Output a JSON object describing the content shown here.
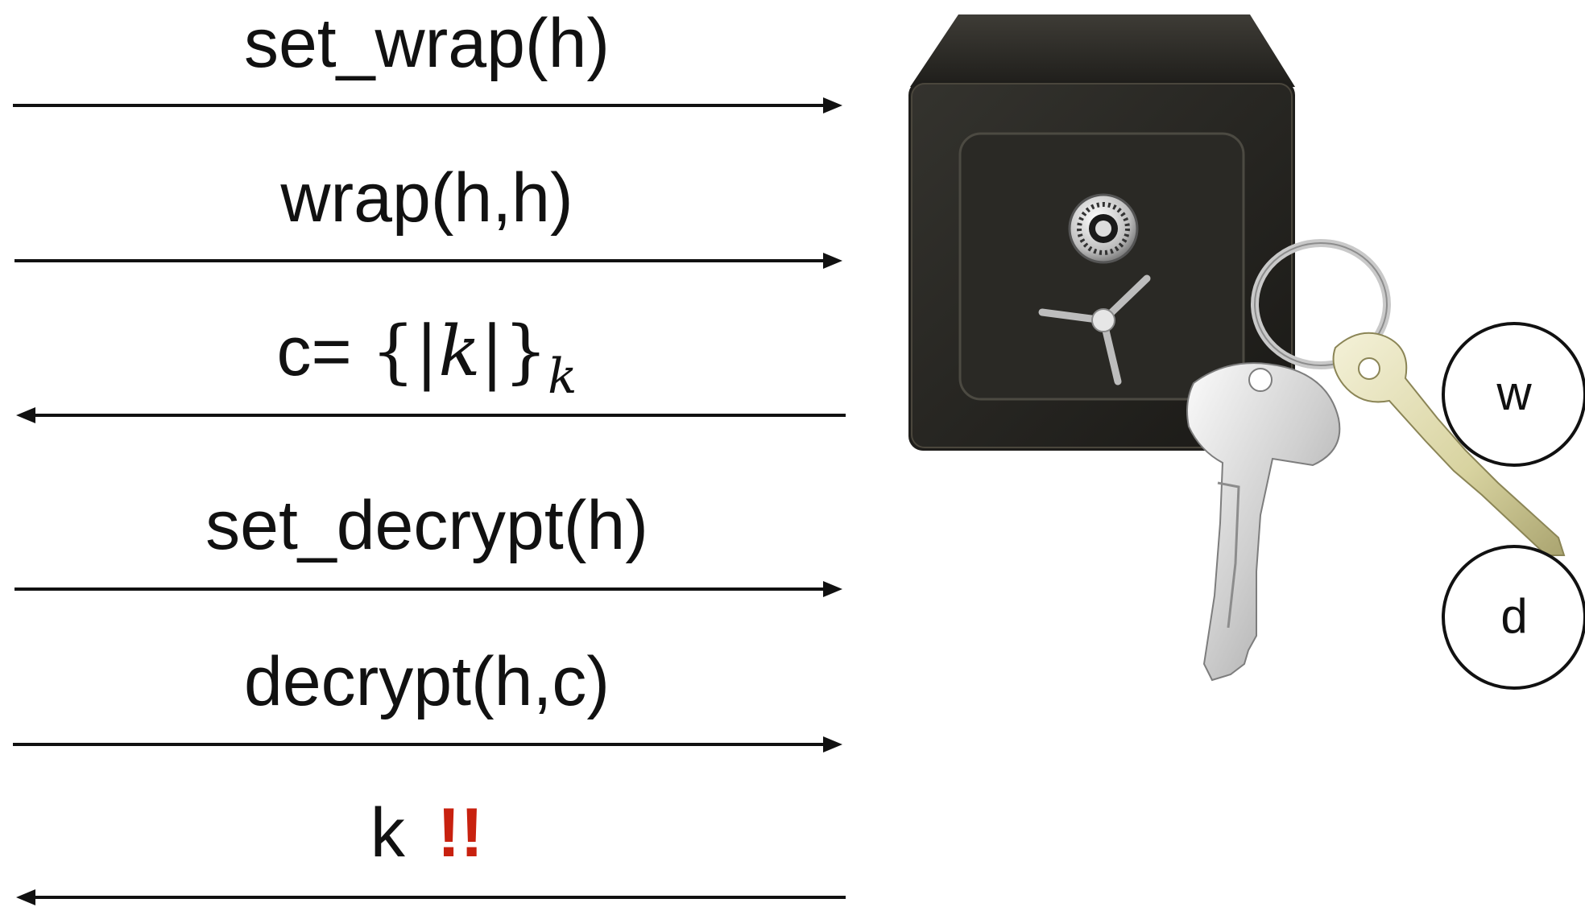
{
  "messages": [
    {
      "label": "set_wrap(h)",
      "direction": "to-device"
    },
    {
      "label": "wrap(h,h)",
      "direction": "to-device"
    },
    {
      "label_prefix": "c=",
      "math_open": "{|",
      "math_var": "k",
      "math_close": "|}",
      "math_sub": "k",
      "direction": "to-attacker"
    },
    {
      "label": "set_decrypt(h)",
      "direction": "to-device"
    },
    {
      "label": "decrypt(h,c)",
      "direction": "to-device"
    },
    {
      "label": "k",
      "alert": "!!",
      "direction": "to-attacker"
    }
  ],
  "attributes": [
    "w",
    "d"
  ],
  "colors": {
    "alert": "#c8210f",
    "line": "#111111",
    "safe_body": "#2b2a26"
  },
  "icons": [
    "safe-icon",
    "keyring-icon"
  ]
}
